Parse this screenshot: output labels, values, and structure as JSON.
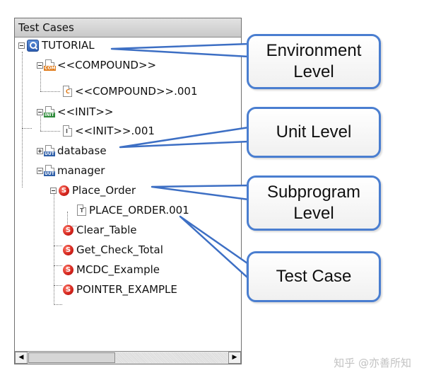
{
  "panel": {
    "header": "Test Cases",
    "scrollbar": {
      "left_arrow": "◀",
      "right_arrow": "▶"
    }
  },
  "tree": {
    "tutorial": "TUTORIAL",
    "compound": "<<COMPOUND>>",
    "compound_case": "<<COMPOUND>>.001",
    "init": "<<INIT>>",
    "init_case": "<<INIT>>.001",
    "database": "database",
    "manager": "manager",
    "place_order": "Place_Order",
    "place_order_case": "PLACE_ORDER.001",
    "clear_table": "Clear_Table",
    "get_check_total": "Get_Check_Total",
    "mcdc_example": "MCDC_Example",
    "pointer_example": "POINTER_EXAMPLE"
  },
  "icons": {
    "com_tag": "COM",
    "init_tag": "INIT",
    "uut_tag": "UUT",
    "compound_case_glyph": "C",
    "init_case_glyph": "I",
    "test_case_glyph": "T",
    "subprogram_glyph": "S"
  },
  "callouts": {
    "environment": {
      "line1": "Environment",
      "line2": "Level"
    },
    "unit": "Unit Level",
    "subprogram": {
      "line1": "Subprogram",
      "line2": "Level"
    },
    "test_case": "Test Case"
  },
  "watermark": "知乎 @亦善所知",
  "colors": {
    "callout_border": "#4a7ed0",
    "subprogram_icon": "#d2231b",
    "env_icon": "#2d5db0"
  }
}
